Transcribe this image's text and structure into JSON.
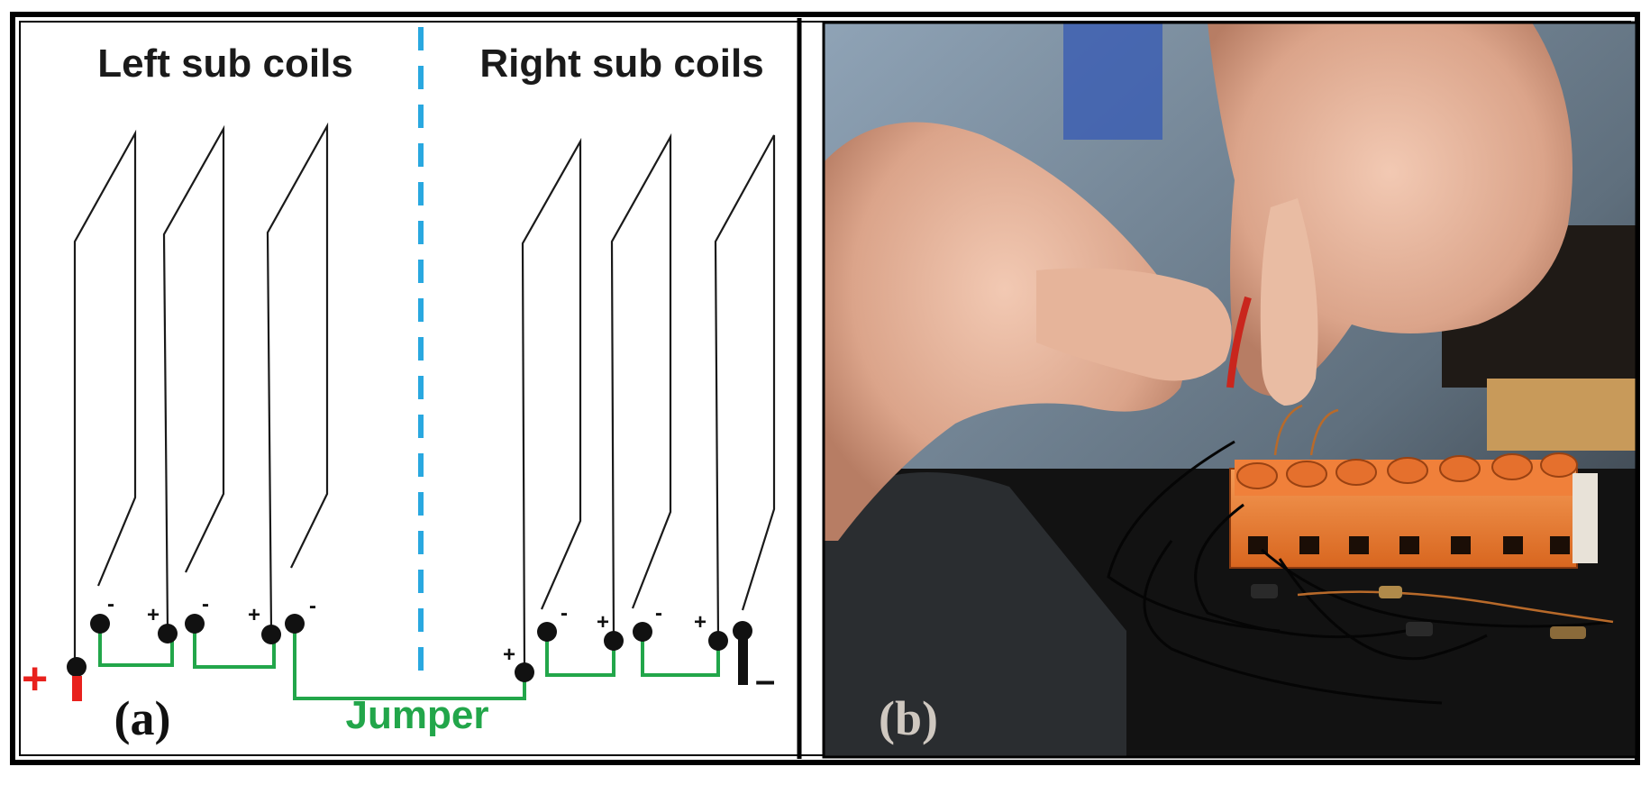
{
  "panel_a": {
    "label": "(a)",
    "left_title": "Left sub coils",
    "right_title": "Right sub coils",
    "jumper_label": "Jumper",
    "plus_sign": "+",
    "minus_sign": "-",
    "supply_plus": "+",
    "supply_minus": "–"
  },
  "panel_b": {
    "label": "(b)"
  },
  "colors": {
    "wire": "#1a1a1a",
    "jumper": "#22a64a",
    "supply_plus": "#e8211d",
    "divider": "#29a8e0",
    "frame": "#000000"
  }
}
